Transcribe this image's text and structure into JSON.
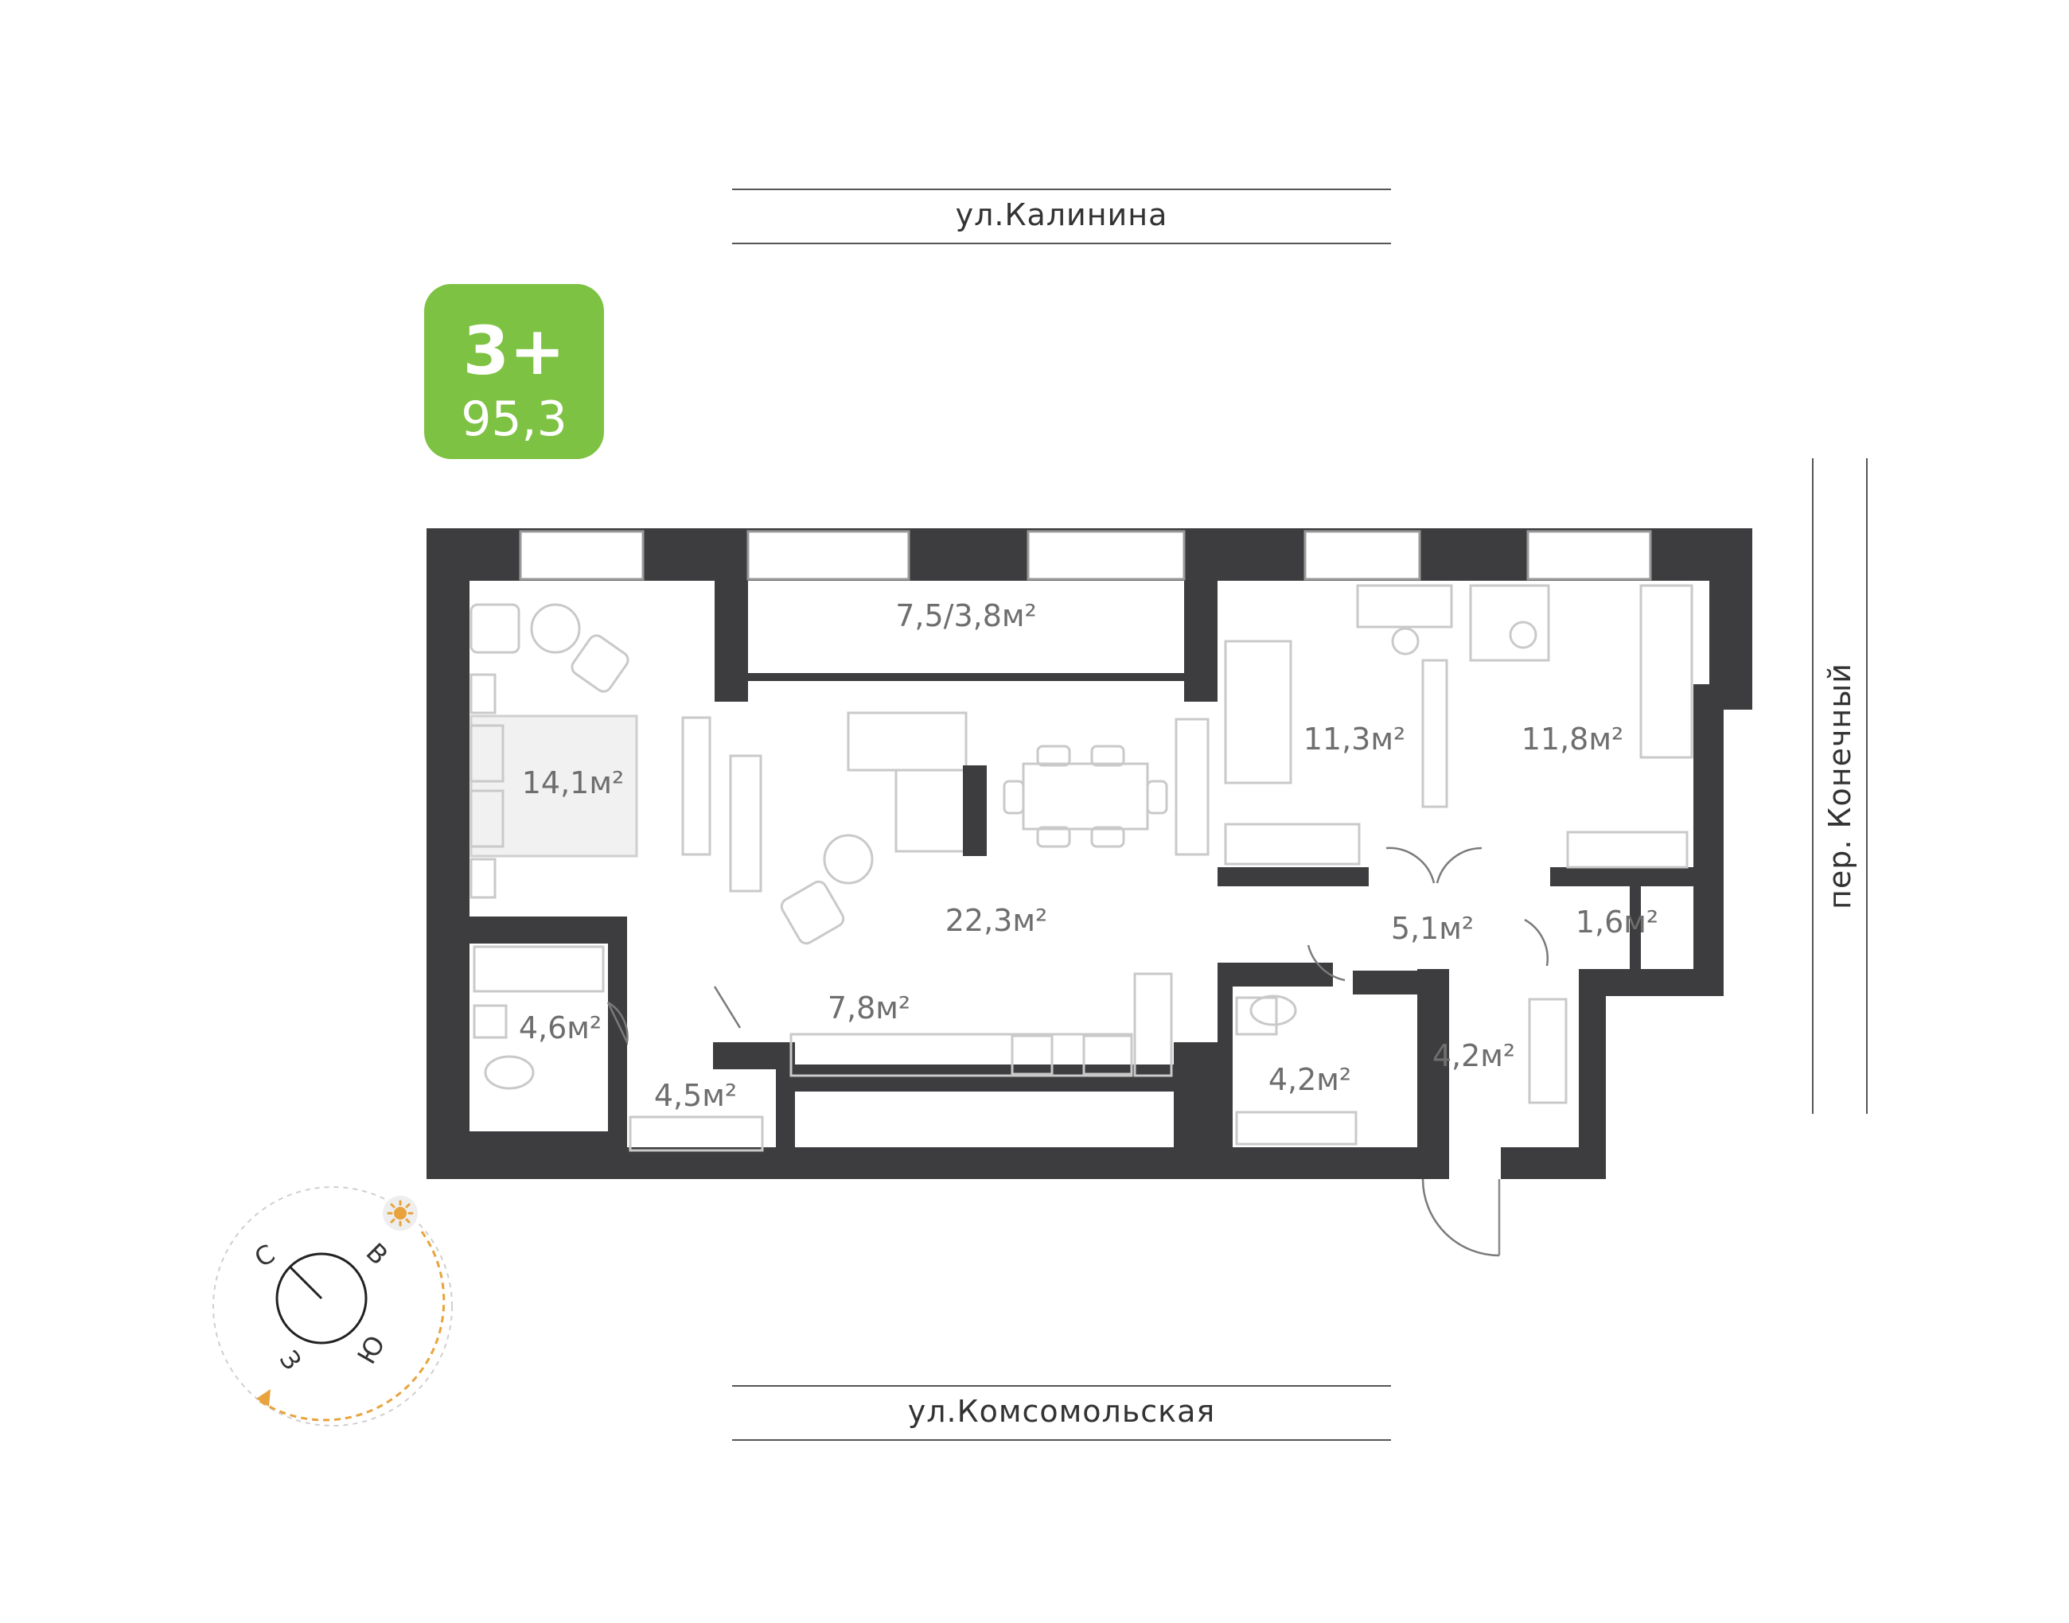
{
  "streets": {
    "north": "ул.Калинина",
    "south": "ул.Комсомольская",
    "east": "пер. Конечный"
  },
  "badge": {
    "rooms": "3+",
    "area": "95,3",
    "color": "#7dc242"
  },
  "rooms": {
    "balcony": "7,5/3,8м²",
    "bedroom": "14,1м²",
    "living": "22,3м²",
    "kitchen": "7,8м²",
    "bath_left": "4,6м²",
    "wardrobe": "4,5м²",
    "room_mid": "11,3м²",
    "room_right": "11,8м²",
    "hall": "5,1м²",
    "closet": "1,6м²",
    "bath_mid": "4,2м²",
    "entry": "4,2м²"
  },
  "compass": {
    "north": "С",
    "east": "В",
    "south": "Ю",
    "west": "З",
    "sun_icon": "sun-icon",
    "sun_color": "#e8a33d"
  },
  "colors": {
    "wall": "#3d3d3f",
    "accent": "#7dc242"
  }
}
